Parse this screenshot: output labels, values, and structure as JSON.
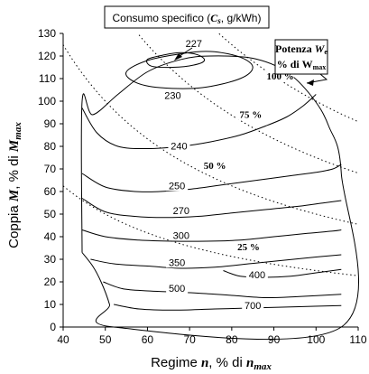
{
  "chart_data": {
    "type": "contour",
    "title": "Consumo specifico",
    "title_symbol": "C",
    "title_symbol_sub": "s",
    "title_unit": ", g/kWh",
    "xlabel": "Regime",
    "xlabel_symbol": "n",
    "xlabel_suffix": ", % di",
    "xlabel_symbol2": "n",
    "xlabel_symbol2_sub": "max",
    "ylabel": "Coppia",
    "ylabel_symbol": "M",
    "ylabel_suffix": ", % di",
    "ylabel_symbol2": "M",
    "ylabel_symbol2_sub": "max",
    "xlim": [
      40,
      110
    ],
    "ylim": [
      0,
      130
    ],
    "xticks": [
      40,
      50,
      60,
      70,
      80,
      90,
      100,
      110
    ],
    "yticks": [
      0,
      10,
      20,
      30,
      40,
      50,
      60,
      70,
      80,
      90,
      100,
      110,
      120,
      130
    ],
    "legend": {
      "line1": "Potenza",
      "symbol": "W",
      "symbol_sub": "e",
      "line2": "% di",
      "symbol2": "W",
      "symbol2_sub": "max",
      "position": "top-right"
    },
    "envelope": [
      [
        44.5,
        33
      ],
      [
        44.5,
        100
      ],
      [
        47,
        94
      ],
      [
        53,
        103
      ],
      [
        60,
        113
      ],
      [
        68,
        118.5
      ],
      [
        75,
        120
      ],
      [
        85,
        119
      ],
      [
        93,
        113
      ],
      [
        99,
        102
      ],
      [
        103,
        89
      ],
      [
        106,
        68
      ],
      [
        106,
        0
      ],
      [
        52,
        0
      ],
      [
        51,
        10
      ],
      [
        49,
        20
      ],
      [
        47,
        27
      ],
      [
        44.5,
        33
      ]
    ],
    "contours": [
      {
        "label": "227",
        "points": [
          [
            60,
            118.5
          ],
          [
            64,
            120.5
          ],
          [
            68,
            121.5
          ],
          [
            72,
            120.5
          ],
          [
            73.5,
            118
          ],
          [
            71,
            116
          ],
          [
            66,
            115
          ],
          [
            61,
            115.5
          ],
          [
            60,
            118.5
          ]
        ],
        "label_at": [
          71,
          124.5
        ],
        "closed": true
      },
      {
        "label": "230",
        "points": [
          [
            55,
            113
          ],
          [
            60,
            118
          ],
          [
            68,
            121
          ],
          [
            75,
            122
          ],
          [
            82,
            119.5
          ],
          [
            85,
            115
          ],
          [
            82,
            110
          ],
          [
            73,
            106
          ],
          [
            63,
            106
          ],
          [
            57,
            108.5
          ],
          [
            55,
            113
          ]
        ],
        "label_at": [
          66,
          101.5
        ],
        "closed": true
      },
      {
        "label": "240",
        "points": [
          [
            44.5,
            97
          ],
          [
            48,
            86
          ],
          [
            53,
            80
          ],
          [
            60,
            79
          ],
          [
            68,
            80
          ],
          [
            75,
            82
          ],
          [
            82,
            85
          ],
          [
            88,
            89
          ],
          [
            93,
            93
          ],
          [
            97,
            98
          ],
          [
            100,
            103
          ]
        ],
        "label_at": [
          67.5,
          79
        ],
        "closed": false
      },
      {
        "label": "250",
        "points": [
          [
            44.5,
            68
          ],
          [
            50,
            62
          ],
          [
            57,
            60
          ],
          [
            63,
            60
          ],
          [
            70,
            61
          ],
          [
            78,
            63
          ],
          [
            86,
            65
          ],
          [
            94,
            67
          ],
          [
            100,
            68.5
          ],
          [
            104,
            70
          ],
          [
            106,
            72
          ]
        ],
        "label_at": [
          67,
          61.5
        ],
        "closed": false
      },
      {
        "label": "270",
        "points": [
          [
            44.5,
            57
          ],
          [
            50,
            51
          ],
          [
            57,
            49
          ],
          [
            64,
            48.5
          ],
          [
            72,
            49
          ],
          [
            80,
            50.5
          ],
          [
            88,
            52
          ],
          [
            96,
            53.5
          ],
          [
            102,
            55
          ],
          [
            106,
            56
          ]
        ],
        "label_at": [
          68,
          50.5
        ],
        "closed": false
      },
      {
        "label": "300",
        "points": [
          [
            44.5,
            43
          ],
          [
            50,
            40
          ],
          [
            58,
            38.5
          ],
          [
            66,
            38
          ],
          [
            74,
            38
          ],
          [
            82,
            38.5
          ],
          [
            90,
            40
          ],
          [
            98,
            41.5
          ],
          [
            104,
            42.5
          ],
          [
            106,
            43
          ]
        ],
        "label_at": [
          68,
          39.5
        ],
        "closed": false
      },
      {
        "label": "350",
        "points": [
          [
            46.5,
            30
          ],
          [
            52,
            28
          ],
          [
            60,
            27
          ],
          [
            68,
            26
          ],
          [
            76,
            26.5
          ],
          [
            84,
            28
          ],
          [
            92,
            29.5
          ],
          [
            100,
            31
          ],
          [
            106,
            32
          ]
        ],
        "label_at": [
          67,
          27.5
        ],
        "closed": false
      },
      {
        "label": "400",
        "points": [
          [
            78,
            25
          ],
          [
            82,
            22.5
          ],
          [
            88,
            22
          ],
          [
            94,
            22.5
          ],
          [
            100,
            24
          ],
          [
            106,
            25.5
          ]
        ],
        "label_at": [
          86,
          22
        ],
        "closed": false
      },
      {
        "label": "500",
        "points": [
          [
            49.5,
            20
          ],
          [
            54,
            17
          ],
          [
            60,
            16
          ],
          [
            66,
            15.5
          ],
          [
            72,
            15
          ],
          [
            80,
            14
          ],
          [
            88,
            13
          ],
          [
            96,
            13.5
          ],
          [
            106,
            14.5
          ]
        ],
        "label_at": [
          67,
          16
        ],
        "closed": false
      },
      {
        "label": "700",
        "points": [
          [
            52,
            10
          ],
          [
            58,
            8
          ],
          [
            66,
            7.5
          ],
          [
            76,
            8
          ],
          [
            86,
            8.5
          ],
          [
            96,
            9
          ],
          [
            106,
            9.5
          ]
        ],
        "label_at": [
          85,
          8.5
        ],
        "closed": false
      }
    ],
    "power_curves": [
      {
        "label": "100 %",
        "label_at": [
          91.5,
          110
        ],
        "label_anchor": "middle"
      },
      {
        "label": "75 %",
        "label_at": [
          84.5,
          93
        ],
        "label_anchor": "middle"
      },
      {
        "label": "50 %",
        "label_at": [
          76,
          70.5
        ],
        "label_anchor": "middle"
      },
      {
        "label": "25 %",
        "label_at": [
          84,
          34.5
        ],
        "label_anchor": "middle"
      }
    ],
    "power_levels": [
      1.0,
      0.75,
      0.5,
      0.25
    ],
    "grid": false
  }
}
